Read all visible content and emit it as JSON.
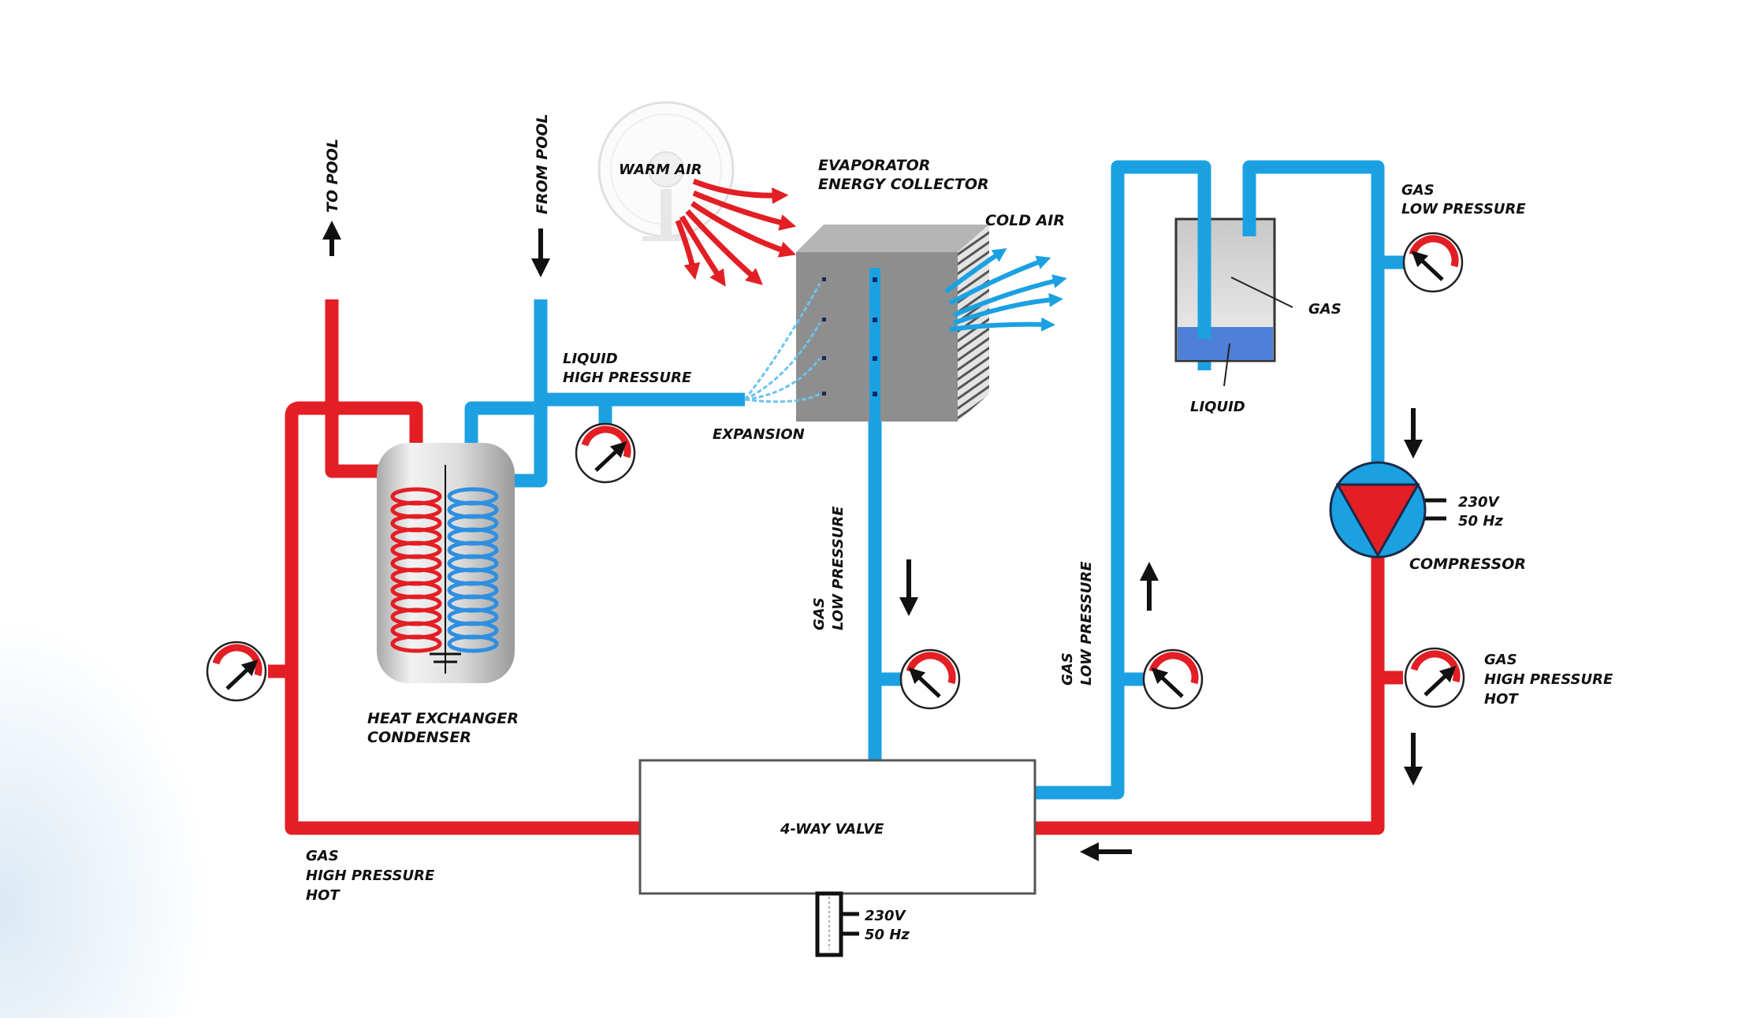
{
  "title": "Heat pump pool heating refrigeration cycle",
  "colors": {
    "hot_pipe": "#e31e24",
    "cold_pipe": "#1ba1e2",
    "text": "#111111",
    "evaporator_body": "#8e8e8e"
  },
  "labels": {
    "to_pool": "TO POOL",
    "from_pool": "FROM POOL",
    "warm_air": "WARM AIR",
    "evaporator_line1": "EVAPORATOR",
    "evaporator_line2": "ENERGY COLLECTOR",
    "cold_air": "COLD AIR",
    "liquid_high_line1": "LIQUID",
    "liquid_high_line2": "HIGH PRESSURE",
    "expansion": "EXPANSION",
    "gas_tank": "GAS",
    "liquid_tank": "LIQUID",
    "gas_low_right_line1": "GAS",
    "gas_low_right_line2": "LOW PRESSURE",
    "gas_low_mid_line1": "GAS",
    "gas_low_mid_line2": "LOW PRESSURE",
    "gas_low_center_line1": "GAS",
    "gas_low_center_line2": "LOW PRESSURE",
    "compressor_power_line1": "230V",
    "compressor_power_line2": "50 Hz",
    "compressor": "COMPRESSOR",
    "gas_high_right_line1": "GAS",
    "gas_high_right_line2": "HIGH PRESSURE",
    "gas_high_right_line3": "HOT",
    "heat_exchanger_line1": "HEAT EXCHANGER",
    "heat_exchanger_line2": "CONDENSER",
    "gas_high_left_line1": "GAS",
    "gas_high_left_line2": "HIGH PRESSURE",
    "gas_high_left_line3": "HOT",
    "four_way_valve": "4-WAY VALVE",
    "valve_power_line1": "230V",
    "valve_power_line2": "50 Hz"
  },
  "components": [
    {
      "name": "fan",
      "icon": "fan-icon"
    },
    {
      "name": "evaporator",
      "icon": "evaporator-icon"
    },
    {
      "name": "separator-tank",
      "icon": "tank-icon"
    },
    {
      "name": "compressor",
      "icon": "compressor-icon"
    },
    {
      "name": "heat-exchanger",
      "icon": "heat-exchanger-icon"
    },
    {
      "name": "four-way-valve",
      "icon": "valve-icon"
    },
    {
      "name": "pressure-gauges",
      "count": 6,
      "icon": "gauge-icon"
    }
  ]
}
